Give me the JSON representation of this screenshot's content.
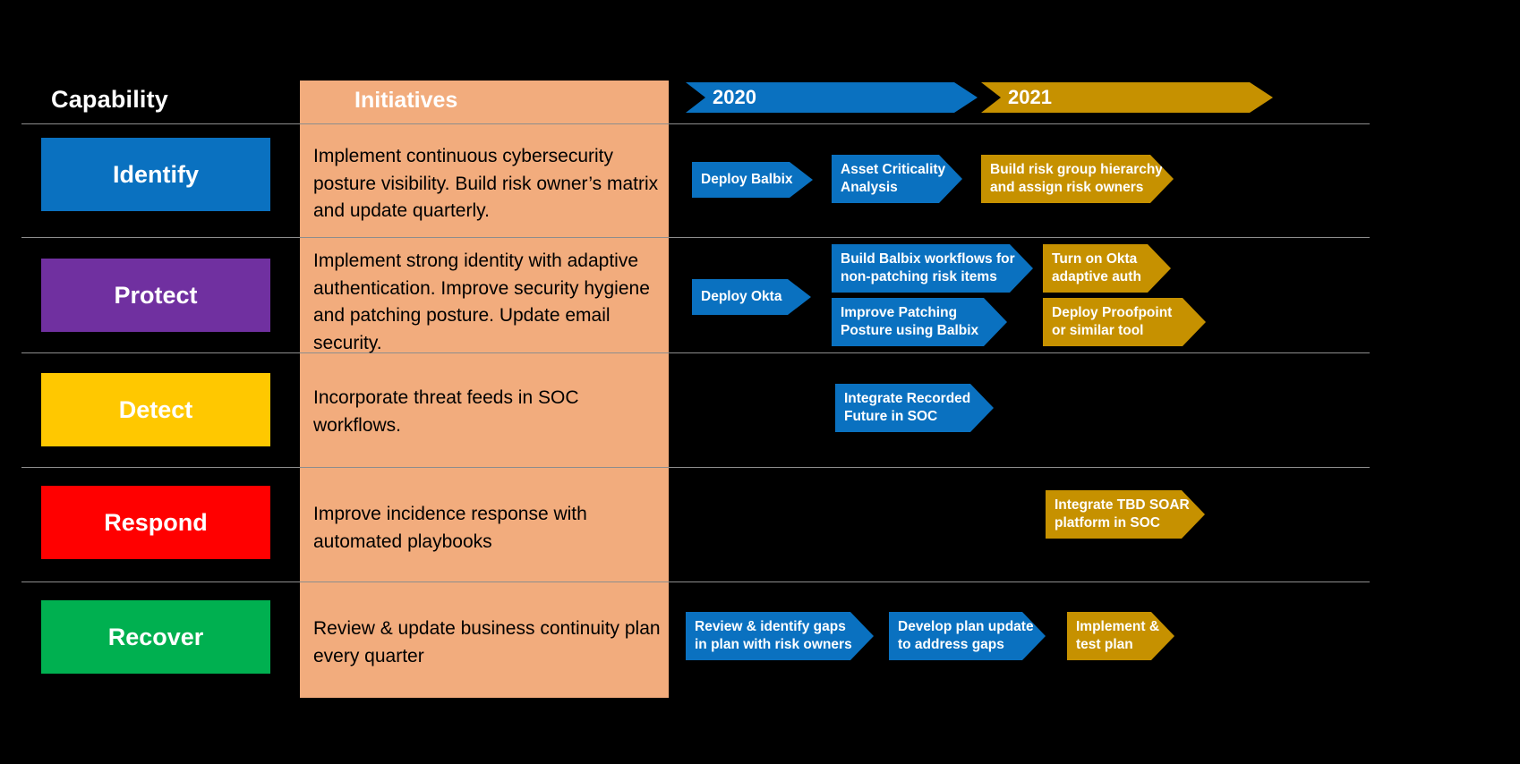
{
  "colors": {
    "background": "#000000",
    "initiatives_band": "#F2AC7D",
    "blue": "#0A71C0",
    "gold": "#C69100",
    "purple": "#7030A0",
    "yellow": "#FFC800",
    "red": "#FF0000",
    "green": "#00B050",
    "divider": "#8D8D8D",
    "text_light": "#FFFFFF",
    "text_dark": "#000000"
  },
  "header": {
    "capability_label": "Capability",
    "initiatives_label": "Initiatives",
    "years": [
      {
        "label": "2020",
        "color": "#0A71C0"
      },
      {
        "label": "2021",
        "color": "#C69100"
      }
    ]
  },
  "rows": [
    {
      "capability": "Identify",
      "capability_color": "#0A71C0",
      "initiative": "Implement continuous cybersecurity posture visibility. Build risk owner’s matrix and update quarterly.",
      "items": [
        {
          "lines": [
            "Deploy Balbix"
          ],
          "color": "blue"
        },
        {
          "lines": [
            "Asset Criticality",
            "Analysis"
          ],
          "color": "blue"
        },
        {
          "lines": [
            "Build risk group hierarchy",
            "and assign risk owners"
          ],
          "color": "gold"
        }
      ]
    },
    {
      "capability": "Protect",
      "capability_color": "#7030A0",
      "initiative": "Implement strong identity with adaptive authentication. Improve security hygiene and patching posture. Update email security.",
      "items": [
        {
          "lines": [
            "Deploy Okta"
          ],
          "color": "blue"
        },
        {
          "lines": [
            "Build Balbix workflows for",
            "non-patching risk items"
          ],
          "color": "blue"
        },
        {
          "lines": [
            "Turn on Okta",
            "adaptive auth"
          ],
          "color": "gold"
        },
        {
          "lines": [
            "Improve Patching",
            "Posture using Balbix"
          ],
          "color": "blue"
        },
        {
          "lines": [
            "Deploy Proofpoint",
            "or similar tool"
          ],
          "color": "gold"
        }
      ]
    },
    {
      "capability": "Detect",
      "capability_color": "#FFC800",
      "initiative": "Incorporate threat feeds in SOC workflows.",
      "items": [
        {
          "lines": [
            "Integrate Recorded",
            "Future in SOC"
          ],
          "color": "blue"
        }
      ]
    },
    {
      "capability": "Respond",
      "capability_color": "#FF0000",
      "initiative": "Improve incidence response with automated playbooks",
      "items": [
        {
          "lines": [
            "Integrate TBD SOAR",
            "platform in SOC"
          ],
          "color": "gold"
        }
      ]
    },
    {
      "capability": "Recover",
      "capability_color": "#00B050",
      "initiative": "Review & update business continuity plan every quarter",
      "items": [
        {
          "lines": [
            "Review & identify gaps",
            "in plan with risk owners"
          ],
          "color": "blue"
        },
        {
          "lines": [
            "Develop plan update",
            "to address gaps"
          ],
          "color": "blue"
        },
        {
          "lines": [
            "Implement &",
            "test plan"
          ],
          "color": "gold"
        }
      ]
    }
  ]
}
